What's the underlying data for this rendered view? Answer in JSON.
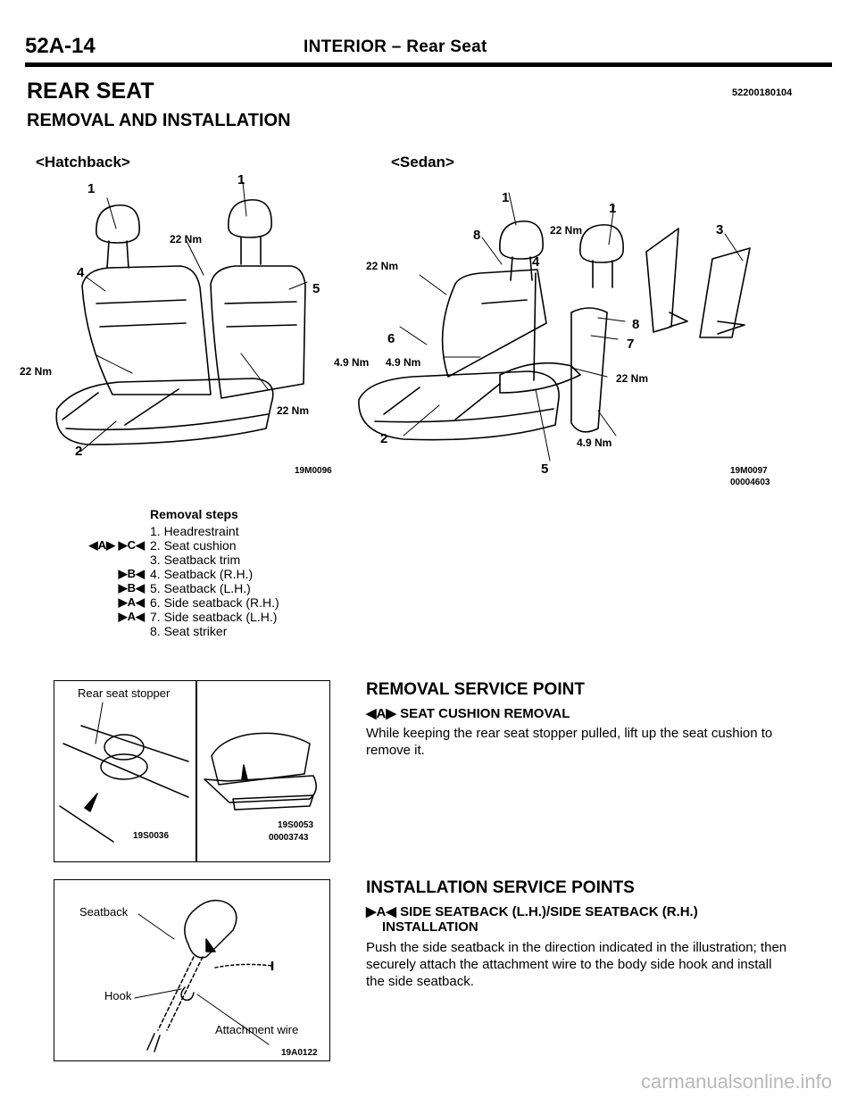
{
  "header": {
    "page_number": "52A-14",
    "section": "INTERIOR – Rear Seat"
  },
  "title": "REAR SEAT",
  "doc_code": "52200180104",
  "subtitle": "REMOVAL AND INSTALLATION",
  "figure_main": {
    "hatchback_label": "<Hatchback>",
    "sedan_label": "<Sedan>",
    "hatchback_code": "19M0096",
    "sedan_code": "19M0097",
    "sedan_code2": "00004603",
    "callouts": {
      "n1": "1",
      "n2": "2",
      "n3": "3",
      "n4": "4",
      "n5": "5",
      "n6": "6",
      "n7": "7",
      "n8": "8",
      "torque_22": "22 Nm",
      "torque_49": "4.9 Nm"
    }
  },
  "removal_steps": {
    "heading": "Removal steps",
    "items": [
      {
        "mark": "",
        "label": "1. Headrestraint"
      },
      {
        "mark": "◀A▶ ▶C◀",
        "label": "2. Seat cushion"
      },
      {
        "mark": "",
        "label": "3. Seatback trim"
      },
      {
        "mark": "▶B◀",
        "label": "4. Seatback (R.H.)"
      },
      {
        "mark": "▶B◀",
        "label": "5. Seatback (L.H.)"
      },
      {
        "mark": "▶A◀",
        "label": "6. Side seatback (R.H.)"
      },
      {
        "mark": "▶A◀",
        "label": "7. Side seatback (L.H.)"
      },
      {
        "mark": "",
        "label": "8. Seat striker"
      }
    ]
  },
  "figure_stopper": {
    "label": "Rear seat stopper",
    "code_left": "19S0036",
    "code_right1": "19S0053",
    "code_right2": "00003743"
  },
  "figure_hook": {
    "seatback": "Seatback",
    "hook": "Hook",
    "wire": "Attachment wire",
    "code": "19A0122"
  },
  "removal_service": {
    "heading": "REMOVAL SERVICE POINT",
    "mark": "◀A▶",
    "subheading": "SEAT CUSHION REMOVAL",
    "text": "While keeping the rear seat stopper pulled, lift up the seat cushion to remove it."
  },
  "installation_service": {
    "heading": "INSTALLATION SERVICE POINTS",
    "mark": "▶A◀",
    "subheading_line1": "SIDE SEATBACK (L.H.)/SIDE SEATBACK (R.H.)",
    "subheading_line2": "INSTALLATION",
    "text": "Push the side seatback in the direction indicated in the illustration; then securely attach the attachment wire to the body side hook and install the side seatback."
  },
  "watermark": "carmanualsonline.info"
}
